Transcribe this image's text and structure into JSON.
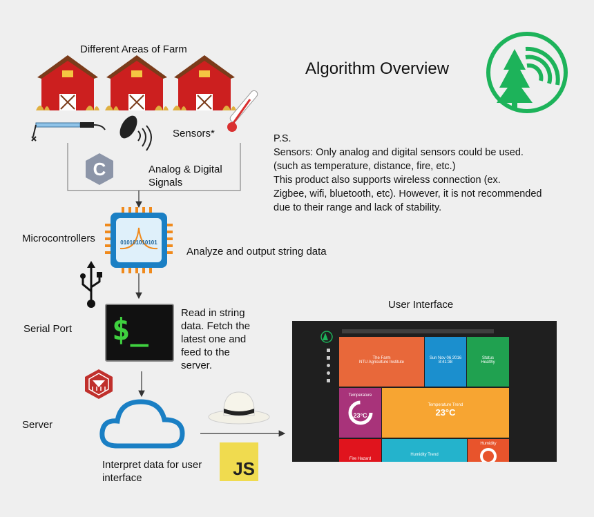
{
  "farm_label": "Different Areas of Farm",
  "title": "Algorithm Overview",
  "sensors_label": "Sensors*",
  "signals_label": "Analog & Digital Signals",
  "ps": [
    "P.S.",
    "Sensors: Only analog and digital sensors could be used.",
    "(such as temperature, distance, fire, etc.)",
    "This product also supports wireless connection (ex.",
    "Zigbee, wifi, bluetooth, etc). However, it is not recommended",
    "due to their range and lack of stability."
  ],
  "micro_label": "Microcontrollers",
  "analyze_label": "Analyze and output string data",
  "chip_text": "010101010101",
  "serial_label": "Serial Port",
  "serial_desc": "Read in string data. Fetch the latest one and feed to the server.",
  "terminal_text": "$_",
  "server_label": "Server",
  "interpret_label": "Interpret data for user interface",
  "js_text": "JS",
  "c_text": "C",
  "ui_label": "User Interface",
  "dashboard": {
    "farm_title": "The Farm",
    "farm_sub": "NTU Agriculture Institute",
    "date": "Sun Nov 06 2016",
    "time": "8:41:38",
    "status_title": "Status",
    "status_value": "Healthy",
    "temp_title": "Temperature",
    "temp_value": "23°C",
    "trend_title": "Temperature Trend",
    "trend_value": "23°C",
    "fire_title": "Fire Hazard",
    "humidity_trend_title": "Humidity Trend",
    "humidity_title": "Humidity"
  },
  "colors": {
    "barn_red": "#cc1f1f",
    "logo_green": "#1db35a",
    "chip_blue": "#1a7fc4",
    "js_yellow": "#f0db4f"
  }
}
